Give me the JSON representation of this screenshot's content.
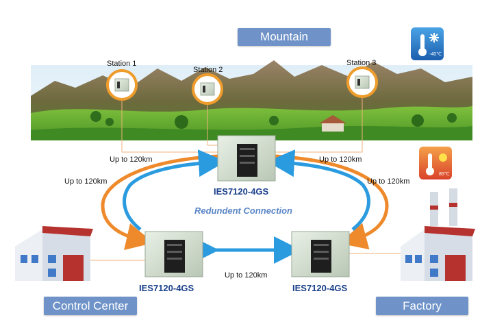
{
  "banners": {
    "mountain": "Mountain",
    "control_center": "Control Center",
    "factory": "Factory"
  },
  "stations": [
    "Station 1",
    "Station 2",
    "Station 3"
  ],
  "distances": [
    "Up to 120km",
    "Up to 120km",
    "Up to 120km",
    "Up to 120km",
    "Up to 120km"
  ],
  "devices": [
    "IES7120-4GS",
    "IES7120-4GS",
    "IES7120-4GS"
  ],
  "redundant_text": "Redundent Connection",
  "badges": {
    "cold": "-40℃",
    "hot": "85℃"
  },
  "colors": {
    "banner": "#6f93c8",
    "ring_blue": "#2b9be0",
    "ring_orange": "#ee8a2c",
    "device_label": "#1a3f8a"
  }
}
